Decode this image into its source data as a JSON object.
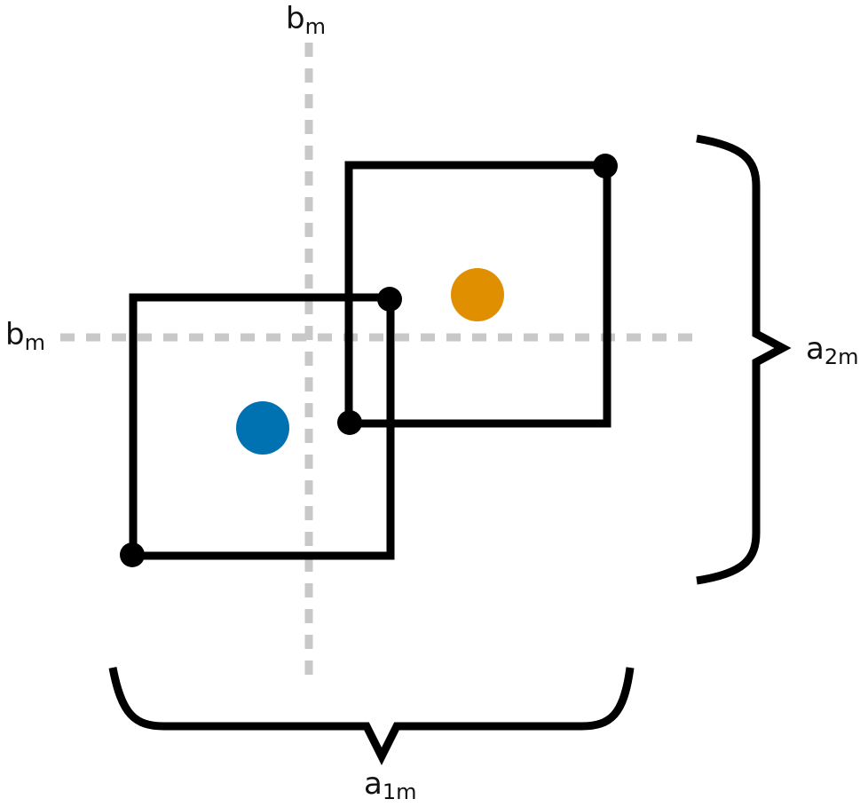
{
  "labels": {
    "vertical_axis": {
      "base": "b",
      "sub": "m"
    },
    "horizontal_axis": {
      "base": "b",
      "sub": "m"
    },
    "right_brace": {
      "base": "a",
      "sub": "2m"
    },
    "bottom_brace": {
      "base": "a",
      "sub": "1m"
    }
  },
  "colors": {
    "stroke": "#000000",
    "axis": "#c8c8c8",
    "blue_center": "#0072b2",
    "orange_center": "#e08f00"
  }
}
